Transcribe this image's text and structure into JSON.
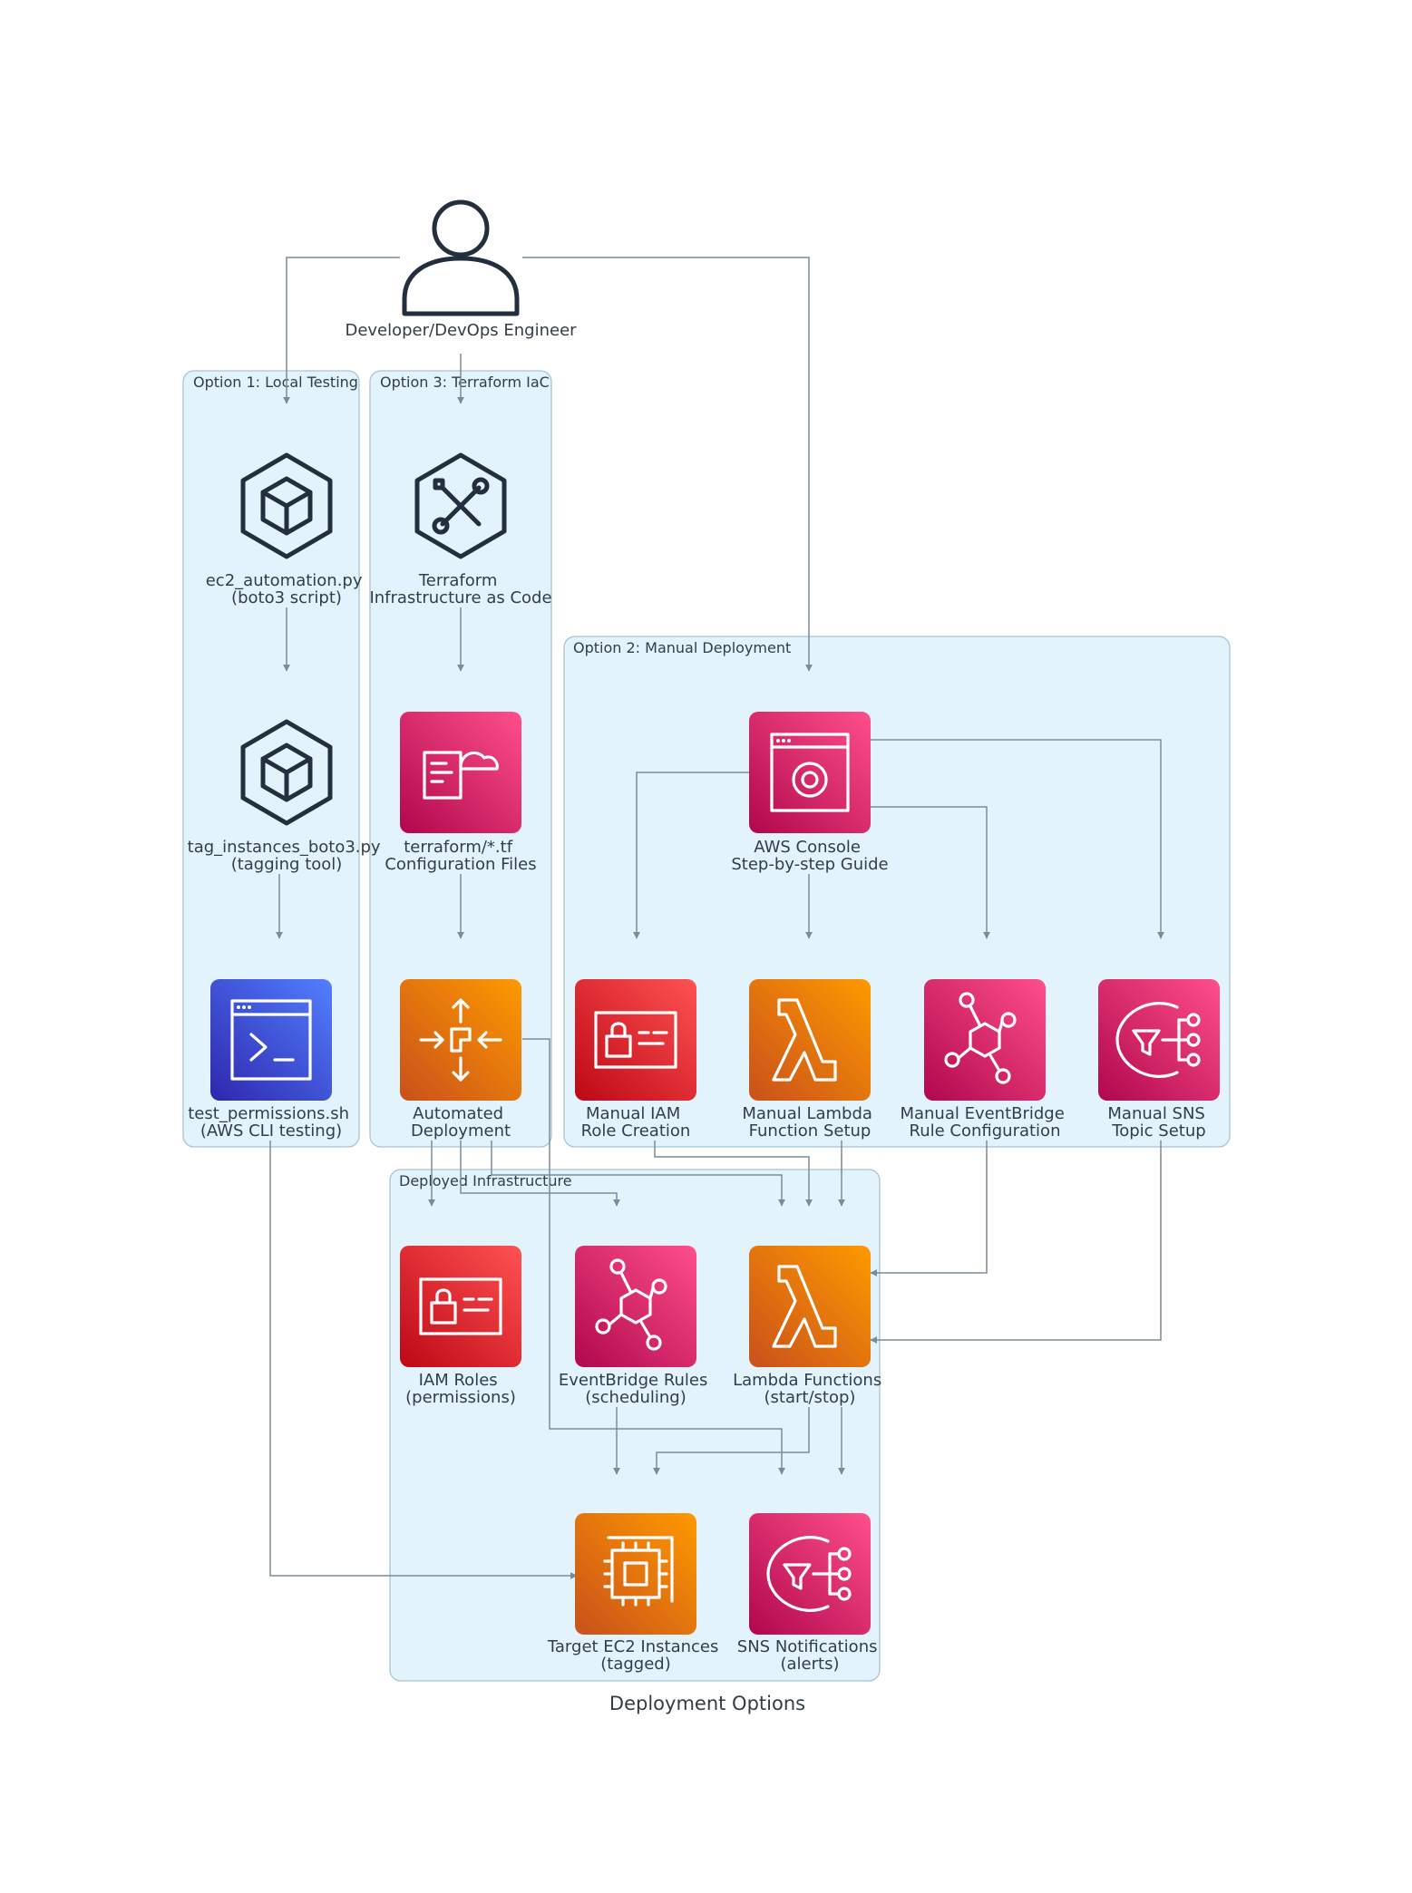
{
  "title": "Deployment Options",
  "actor": {
    "label": "Developer/DevOps Engineer",
    "icon": "user-icon"
  },
  "clusters": {
    "local": {
      "label": "Option 1: Local Testing"
    },
    "terraform": {
      "label": "Option 3: Terraform IaC"
    },
    "manual": {
      "label": "Option 2: Manual Deployment"
    },
    "deployed": {
      "label": "Deployed Infrastructure"
    }
  },
  "nodes": {
    "ec2_automation": {
      "lines": [
        "ec2_automation.py",
        "(boto3 script)"
      ],
      "icon": "python-package-icon"
    },
    "tag_instances": {
      "lines": [
        "tag_instances_boto3.py",
        "(tagging tool)"
      ],
      "icon": "python-package-icon"
    },
    "test_permissions": {
      "lines": [
        "test_permissions.sh",
        "(AWS CLI testing)"
      ],
      "icon": "terminal-icon",
      "color": "#3346c9"
    },
    "terraform": {
      "lines": [
        "Terraform",
        "Infrastructure as Code"
      ],
      "icon": "tools-icon"
    },
    "tf_files": {
      "lines": [
        "terraform/*.tf",
        "Configuration Files"
      ],
      "icon": "cloudformation-template-icon",
      "color": "#cc1f63"
    },
    "automated": {
      "lines": [
        "Automated",
        "Deployment"
      ],
      "icon": "migration-icon",
      "color": "#e8700f"
    },
    "console": {
      "lines": [
        "AWS Console",
        "Step-by-step Guide"
      ],
      "icon": "management-console-icon",
      "color": "#cc1f63"
    },
    "manual_iam": {
      "lines": [
        "Manual IAM",
        "Role Creation"
      ],
      "icon": "iam-icon",
      "color": "#d41f2e"
    },
    "manual_lambda": {
      "lines": [
        "Manual Lambda",
        "Function Setup"
      ],
      "icon": "lambda-icon",
      "color": "#e8700f"
    },
    "manual_eventbridge": {
      "lines": [
        "Manual EventBridge",
        "Rule Configuration"
      ],
      "icon": "eventbridge-icon",
      "color": "#cc1f63"
    },
    "manual_sns": {
      "lines": [
        "Manual SNS",
        "Topic Setup"
      ],
      "icon": "sns-icon",
      "color": "#cc1f63"
    },
    "iam_roles": {
      "lines": [
        "IAM Roles",
        "(permissions)"
      ],
      "icon": "iam-icon",
      "color": "#d41f2e"
    },
    "eventbridge_rules": {
      "lines": [
        "EventBridge Rules",
        "(scheduling)"
      ],
      "icon": "eventbridge-icon",
      "color": "#cc1f63"
    },
    "lambda_functions": {
      "lines": [
        "Lambda Functions",
        "(start/stop)"
      ],
      "icon": "lambda-icon",
      "color": "#e8700f"
    },
    "ec2_instances": {
      "lines": [
        "Target EC2 Instances",
        "(tagged)"
      ],
      "icon": "ec2-icon",
      "color": "#e8700f"
    },
    "sns_notifications": {
      "lines": [
        "SNS Notifications",
        "(alerts)"
      ],
      "icon": "sns-icon",
      "color": "#cc1f63"
    }
  },
  "edges": [
    [
      "actor",
      "ec2_automation"
    ],
    [
      "actor",
      "terraform"
    ],
    [
      "actor",
      "console"
    ],
    [
      "ec2_automation",
      "tag_instances"
    ],
    [
      "tag_instances",
      "test_permissions"
    ],
    [
      "terraform",
      "tf_files"
    ],
    [
      "tf_files",
      "automated"
    ],
    [
      "console",
      "manual_iam"
    ],
    [
      "console",
      "manual_lambda"
    ],
    [
      "console",
      "manual_eventbridge"
    ],
    [
      "console",
      "manual_sns"
    ],
    [
      "automated",
      "iam_roles"
    ],
    [
      "automated",
      "eventbridge_rules"
    ],
    [
      "automated",
      "lambda_functions"
    ],
    [
      "automated",
      "sns_notifications"
    ],
    [
      "manual_iam",
      "lambda_functions"
    ],
    [
      "manual_lambda",
      "lambda_functions"
    ],
    [
      "manual_eventbridge",
      "lambda_functions"
    ],
    [
      "manual_sns",
      "lambda_functions"
    ],
    [
      "eventbridge_rules",
      "ec2_instances"
    ],
    [
      "lambda_functions",
      "ec2_instances"
    ],
    [
      "lambda_functions",
      "sns_notifications"
    ],
    [
      "test_permissions",
      "ec2_instances"
    ]
  ]
}
